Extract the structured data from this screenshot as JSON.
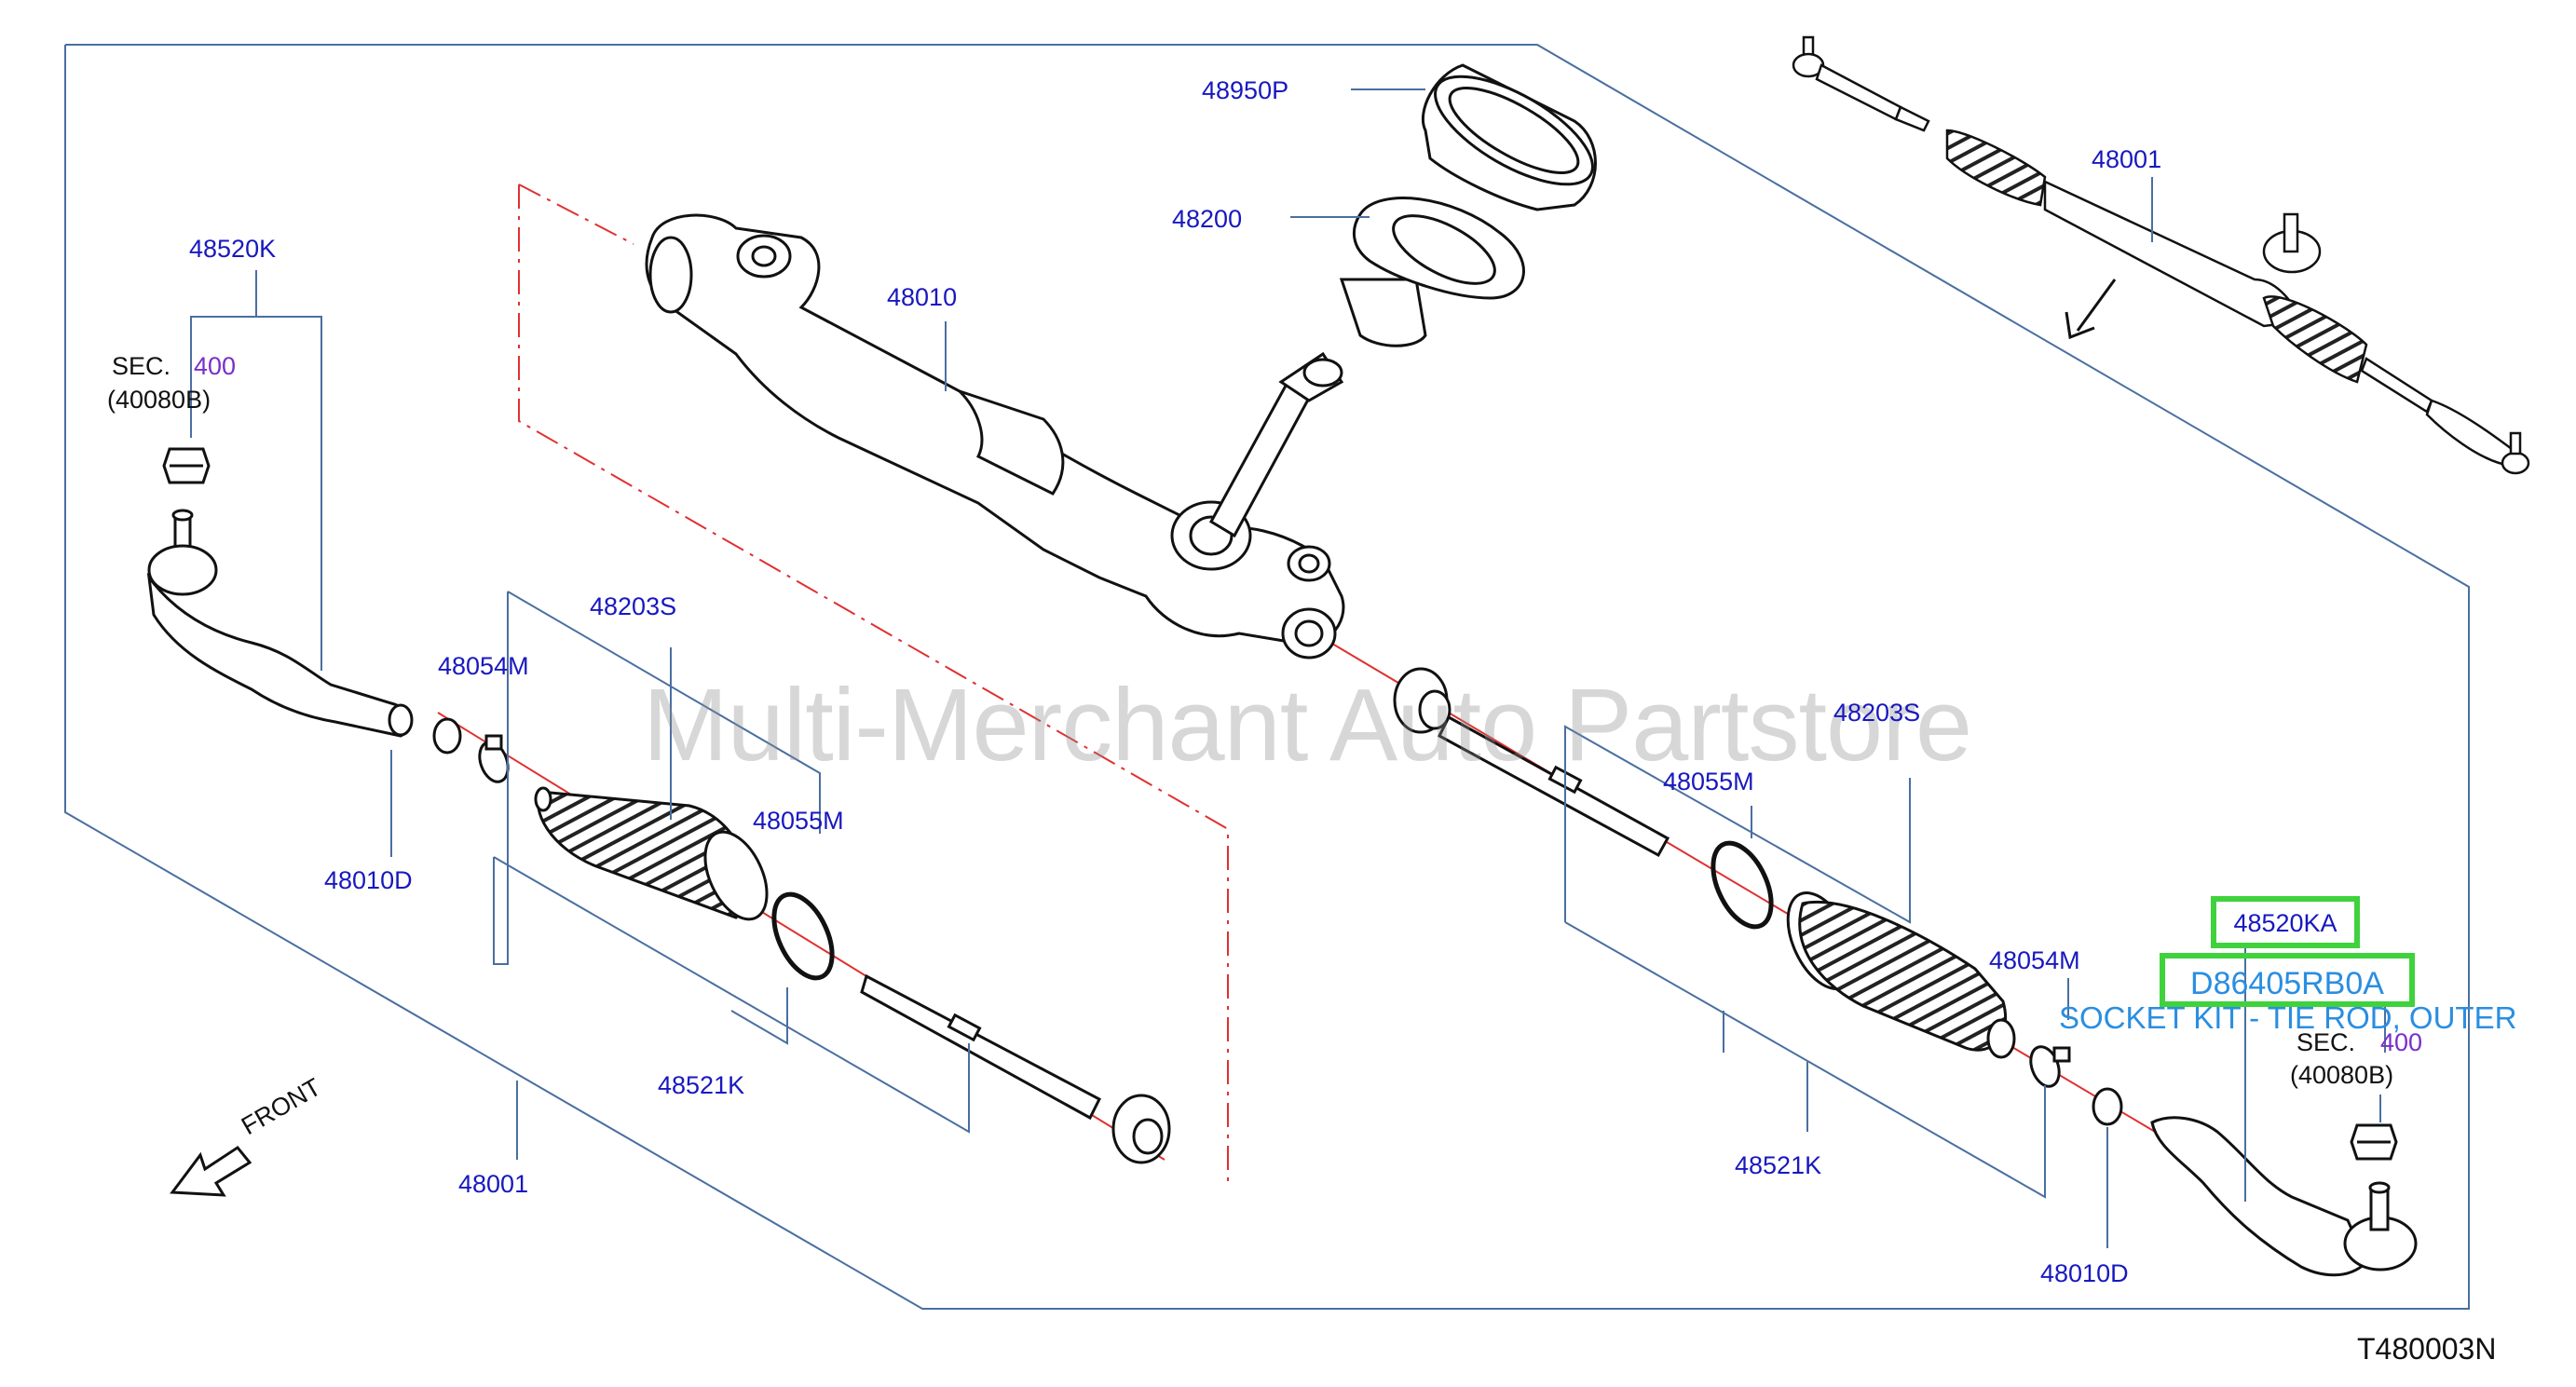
{
  "diagram": {
    "labels": {
      "p48950P": "48950P",
      "p48200": "48200",
      "p48010": "48010",
      "p48001_top": "48001",
      "p48520K": "48520K",
      "sec_left": "SEC.",
      "sec_left_num": "400",
      "sec_left_ref": "(40080B)",
      "p48203S_left": "48203S",
      "p48054M_left": "48054M",
      "p48055M_left": "48055M",
      "p48010D_left": "48010D",
      "p48521K_left": "48521K",
      "p48001_bottom": "48001",
      "front": "FRONT",
      "p48203S_right": "48203S",
      "p48055M_right": "48055M",
      "p48054M_right": "48054M",
      "p48521K_right": "48521K",
      "p48010D_right": "48010D",
      "p48520KA": "48520KA",
      "part_number": "D86405RB0A",
      "part_description": "SOCKET KIT - TIE ROD, OUTER",
      "sec_right": "SEC.",
      "sec_right_num": "400",
      "sec_right_ref": "(40080B)"
    },
    "watermark": "Multi-Merchant Auto Partstore",
    "reference": "T480003N",
    "colors": {
      "callout": "#1818c0",
      "section": "#7a2fc9",
      "frame": "#4a6fa0",
      "axis": "#e03030",
      "highlight": "#3fd23c",
      "link": "#2a8ee0"
    }
  }
}
